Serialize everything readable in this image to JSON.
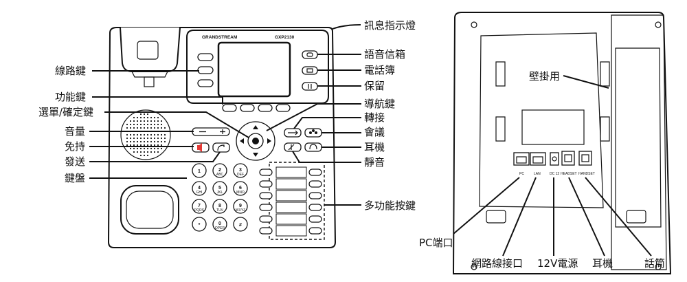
{
  "front": {
    "brand": "GRANDSTREAM",
    "model": "GXP2130",
    "keypad": [
      {
        "num": "1",
        "sub": ""
      },
      {
        "num": "2",
        "sub": "ABC"
      },
      {
        "num": "3",
        "sub": "DEF"
      },
      {
        "num": "4",
        "sub": "GHI"
      },
      {
        "num": "5",
        "sub": "JKL"
      },
      {
        "num": "6",
        "sub": "MNO"
      },
      {
        "num": "7",
        "sub": "PQRS"
      },
      {
        "num": "8",
        "sub": "TUV"
      },
      {
        "num": "9",
        "sub": "WXYZ"
      },
      {
        "num": "*",
        "sub": ""
      },
      {
        "num": "0",
        "sub": "OPER"
      },
      {
        "num": "#",
        "sub": ""
      }
    ],
    "left_labels": {
      "line_keys": "線路鍵",
      "function_keys": "功能鍵",
      "menu_ok": "選單/確定鍵",
      "volume": "音量",
      "handsfree": "免持",
      "send": "發送",
      "keypad": "鍵盤"
    },
    "right_labels": {
      "mwi": "訊息指示燈",
      "voicemail": "語音信箱",
      "phonebook": "電話簿",
      "hold": "保留",
      "navigation": "導航鍵",
      "transfer": "轉接",
      "conference": "會議",
      "headset": "耳機",
      "mute": "靜音",
      "multi_function": "多功能按鍵"
    }
  },
  "back": {
    "port_labels": {
      "pc": "PC",
      "lan": "LAN",
      "dc": "DC 12",
      "headset": "HEADSET",
      "handset": "HANDSET"
    },
    "labels": {
      "wall_mount": "壁掛用",
      "pc_port": "PC端口",
      "lan_port": "網路線接口",
      "power": "12V電源",
      "headset": "耳機",
      "handset": "話筒"
    }
  }
}
